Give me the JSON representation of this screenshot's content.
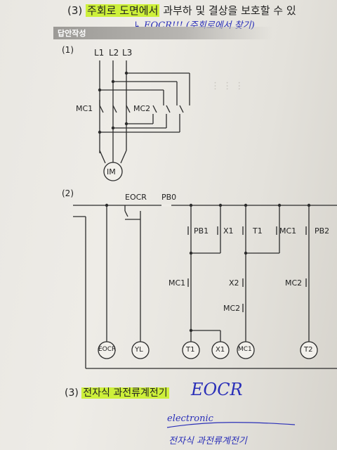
{
  "header": {
    "number": "(3)",
    "highlight": "주회로 도면에서",
    "rest": "과부하 및 결상을 보호할 수 있",
    "note": "↳ EOCR!!! (주회로에서 찾기)"
  },
  "section_label": "답안작성",
  "diagram1": {
    "label": "(1)",
    "phases": [
      "L1",
      "L2",
      "L3"
    ],
    "contactors": [
      "MC1",
      "MC2"
    ],
    "motor": "IM"
  },
  "diagram2": {
    "label": "(2)",
    "eocr_top": "EOCR",
    "pb0": "PB0",
    "contacts_top": [
      "PB1",
      "X1",
      "T1",
      "MC1",
      "PB2"
    ],
    "contacts_mid": [
      "MC1",
      "X2",
      "MC2",
      "MC2"
    ],
    "loads": [
      "EOCR",
      "YL",
      "T1",
      "X1",
      "MC1",
      "T2"
    ]
  },
  "answer": {
    "number": "(3)",
    "highlight": "전자식 과전류계전기",
    "hand_main": "EOCR",
    "hand_sub": "electronic",
    "hand_bottom": "전자식 과전류계전기"
  },
  "colors": {
    "highlight": "#cdf03a",
    "ink": "#2a2fb8",
    "line": "#2b2b2b"
  }
}
